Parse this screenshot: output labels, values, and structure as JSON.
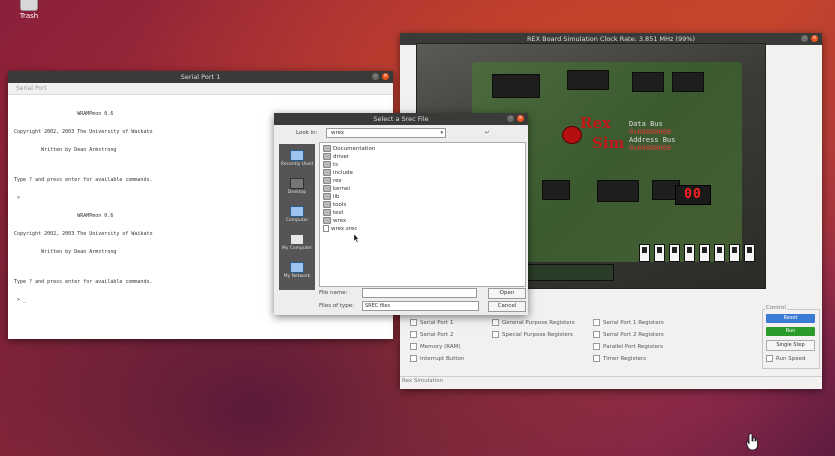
{
  "desktop": {
    "trash_label": "Trash"
  },
  "serial": {
    "title": "Serial Port 1",
    "menu": "Serial Port",
    "terminal_lines": [
      "                     WRAMPmon 0.6",
      "Copyright 2002, 2003 The University of Waikato",
      "         Written by Dean Armstrong",
      "",
      "Type ? and press enter for available commands.",
      " >",
      "                     WRAMPmon 0.6",
      "Copyright 2002, 2003 The University of Waikato",
      "         Written by Dean Armstrong",
      "",
      "Type ? and press enter for available commands.",
      " > _"
    ]
  },
  "rex": {
    "title": "REX Board Simulation Clock Rate: 3.851 MHz (99%)",
    "logo_rex": "Rex",
    "logo_sim": "Sim",
    "data_bus_label": "Data Bus",
    "data_bus_value": "0x00000000",
    "address_bus_label": "Address Bus",
    "address_bus_value": "0x00000000",
    "seven_segment": "00",
    "checkboxes": [
      "Serial Port 1",
      "Serial Port 2",
      "Memory (RAM)",
      "Interrupt Button",
      "General Purpose Registers",
      "Special Purpose Registers",
      "Serial Port 1 Registers",
      "Serial Port 2 Registers",
      "Parallel Port Registers",
      "Timer Registers"
    ],
    "controls_title": "Control",
    "controls": {
      "reset": "Reset",
      "run": "Run",
      "single_step": "Single Step",
      "run_speed": "Run Speed"
    },
    "status": "Rex Simulation",
    "colors": {
      "reset_btn": "#3b7bd6",
      "run_btn": "#2a9a2a"
    }
  },
  "dialog": {
    "title": "Select a Srec File",
    "look_in_label": "Look in:",
    "look_in_value": "wrex",
    "places": [
      "Recently Used",
      "Desktop",
      "Computer",
      "My Computer",
      "My Network"
    ],
    "files": [
      {
        "name": "Documentation",
        "kind": "folder"
      },
      {
        "name": "driver",
        "kind": "folder"
      },
      {
        "name": "ts",
        "kind": "folder"
      },
      {
        "name": "include",
        "kind": "folder"
      },
      {
        "name": "rex",
        "kind": "folder"
      },
      {
        "name": "kernel",
        "kind": "folder"
      },
      {
        "name": "lib",
        "kind": "folder"
      },
      {
        "name": "tools",
        "kind": "folder"
      },
      {
        "name": "test",
        "kind": "folder"
      },
      {
        "name": "wrex",
        "kind": "folder"
      },
      {
        "name": "wrex.srec",
        "kind": "file"
      }
    ],
    "file_name_label": "File name:",
    "file_name_value": "",
    "file_type_label": "Files of type:",
    "file_type_value": "SREC files",
    "open_label": "Open",
    "cancel_label": "Cancel"
  }
}
